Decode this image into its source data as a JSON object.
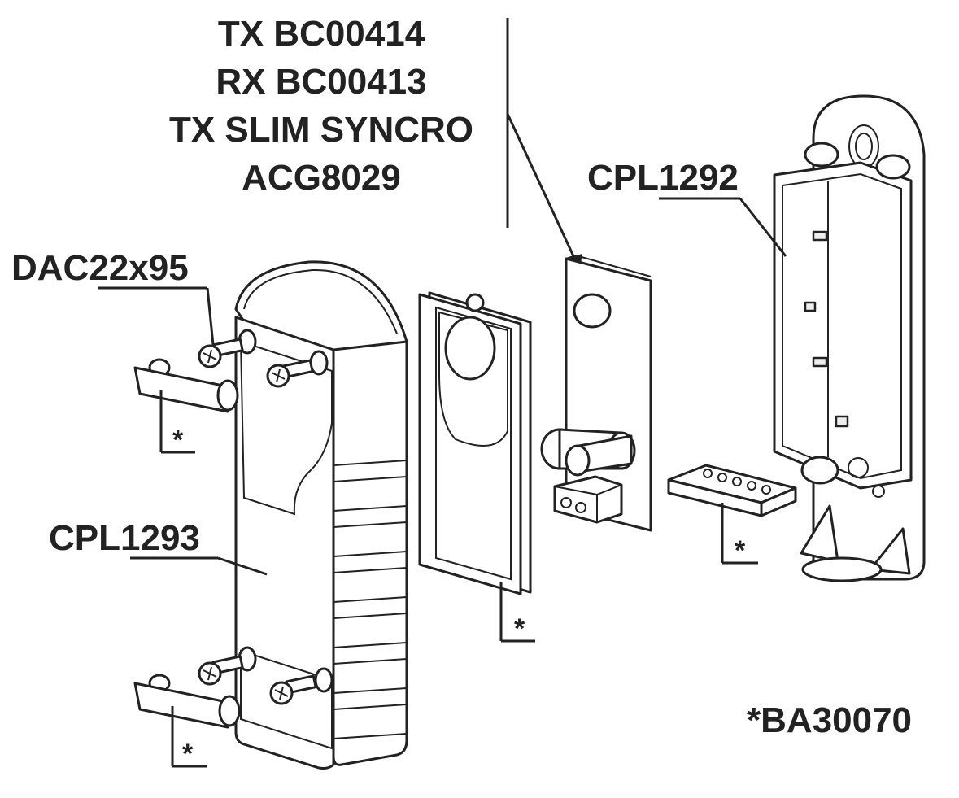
{
  "header_codes": [
    "TX BC00414",
    "RX BC00413",
    "TX SLIM SYNCRO",
    "ACG8029"
  ],
  "labels": {
    "screw": "DAC22x95",
    "cover": "CPL1293",
    "base": "CPL1292",
    "footnote": "*BA30070",
    "marker": "*"
  }
}
